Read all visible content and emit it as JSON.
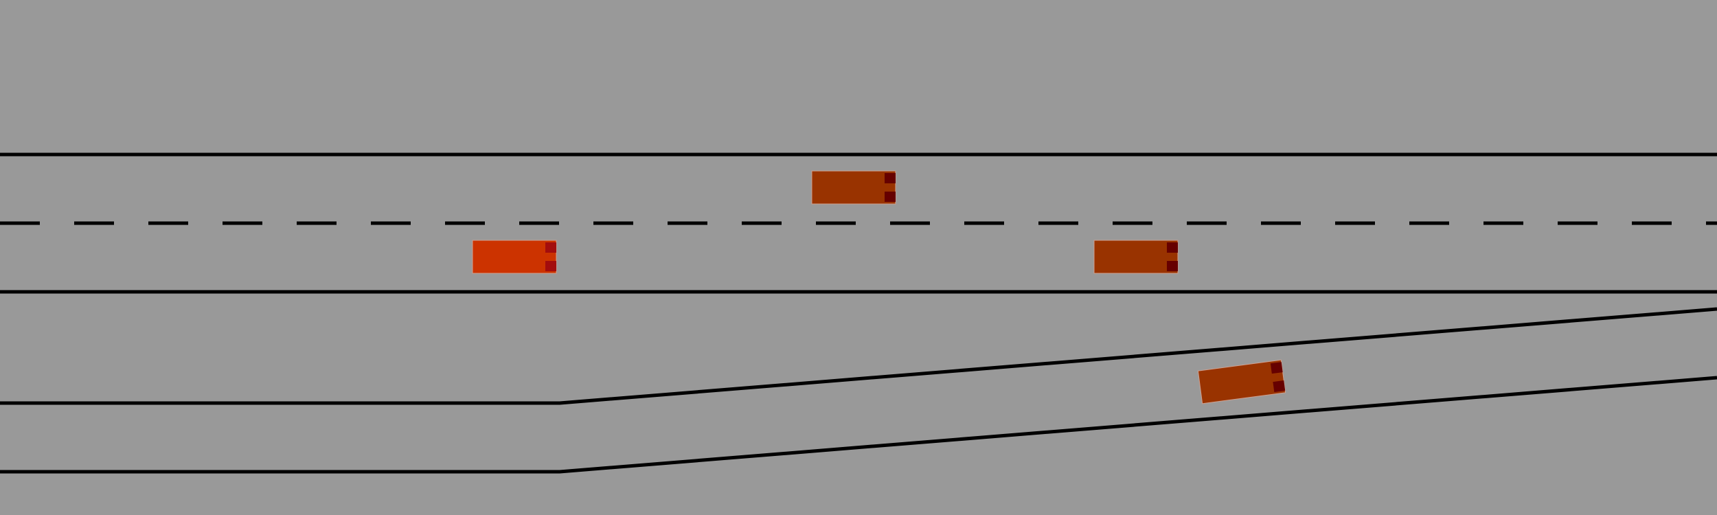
{
  "scene": {
    "background_color": "#999999",
    "lane_line_color": "#000000"
  },
  "vehicles": [
    {
      "id": "ego",
      "role": "controlled",
      "body_color": "#cc3300",
      "light_color": "#a30d0d",
      "lane": "main-right",
      "heading_deg": 0
    },
    {
      "id": "v1",
      "role": "other",
      "body_color": "#993300",
      "light_color": "#660000",
      "lane": "main-left",
      "heading_deg": 0
    },
    {
      "id": "v2",
      "role": "other",
      "body_color": "#993300",
      "light_color": "#660000",
      "lane": "main-right",
      "heading_deg": 0
    },
    {
      "id": "v3",
      "role": "other",
      "body_color": "#993300",
      "light_color": "#660000",
      "lane": "on-ramp",
      "heading_deg": -7.5
    }
  ]
}
